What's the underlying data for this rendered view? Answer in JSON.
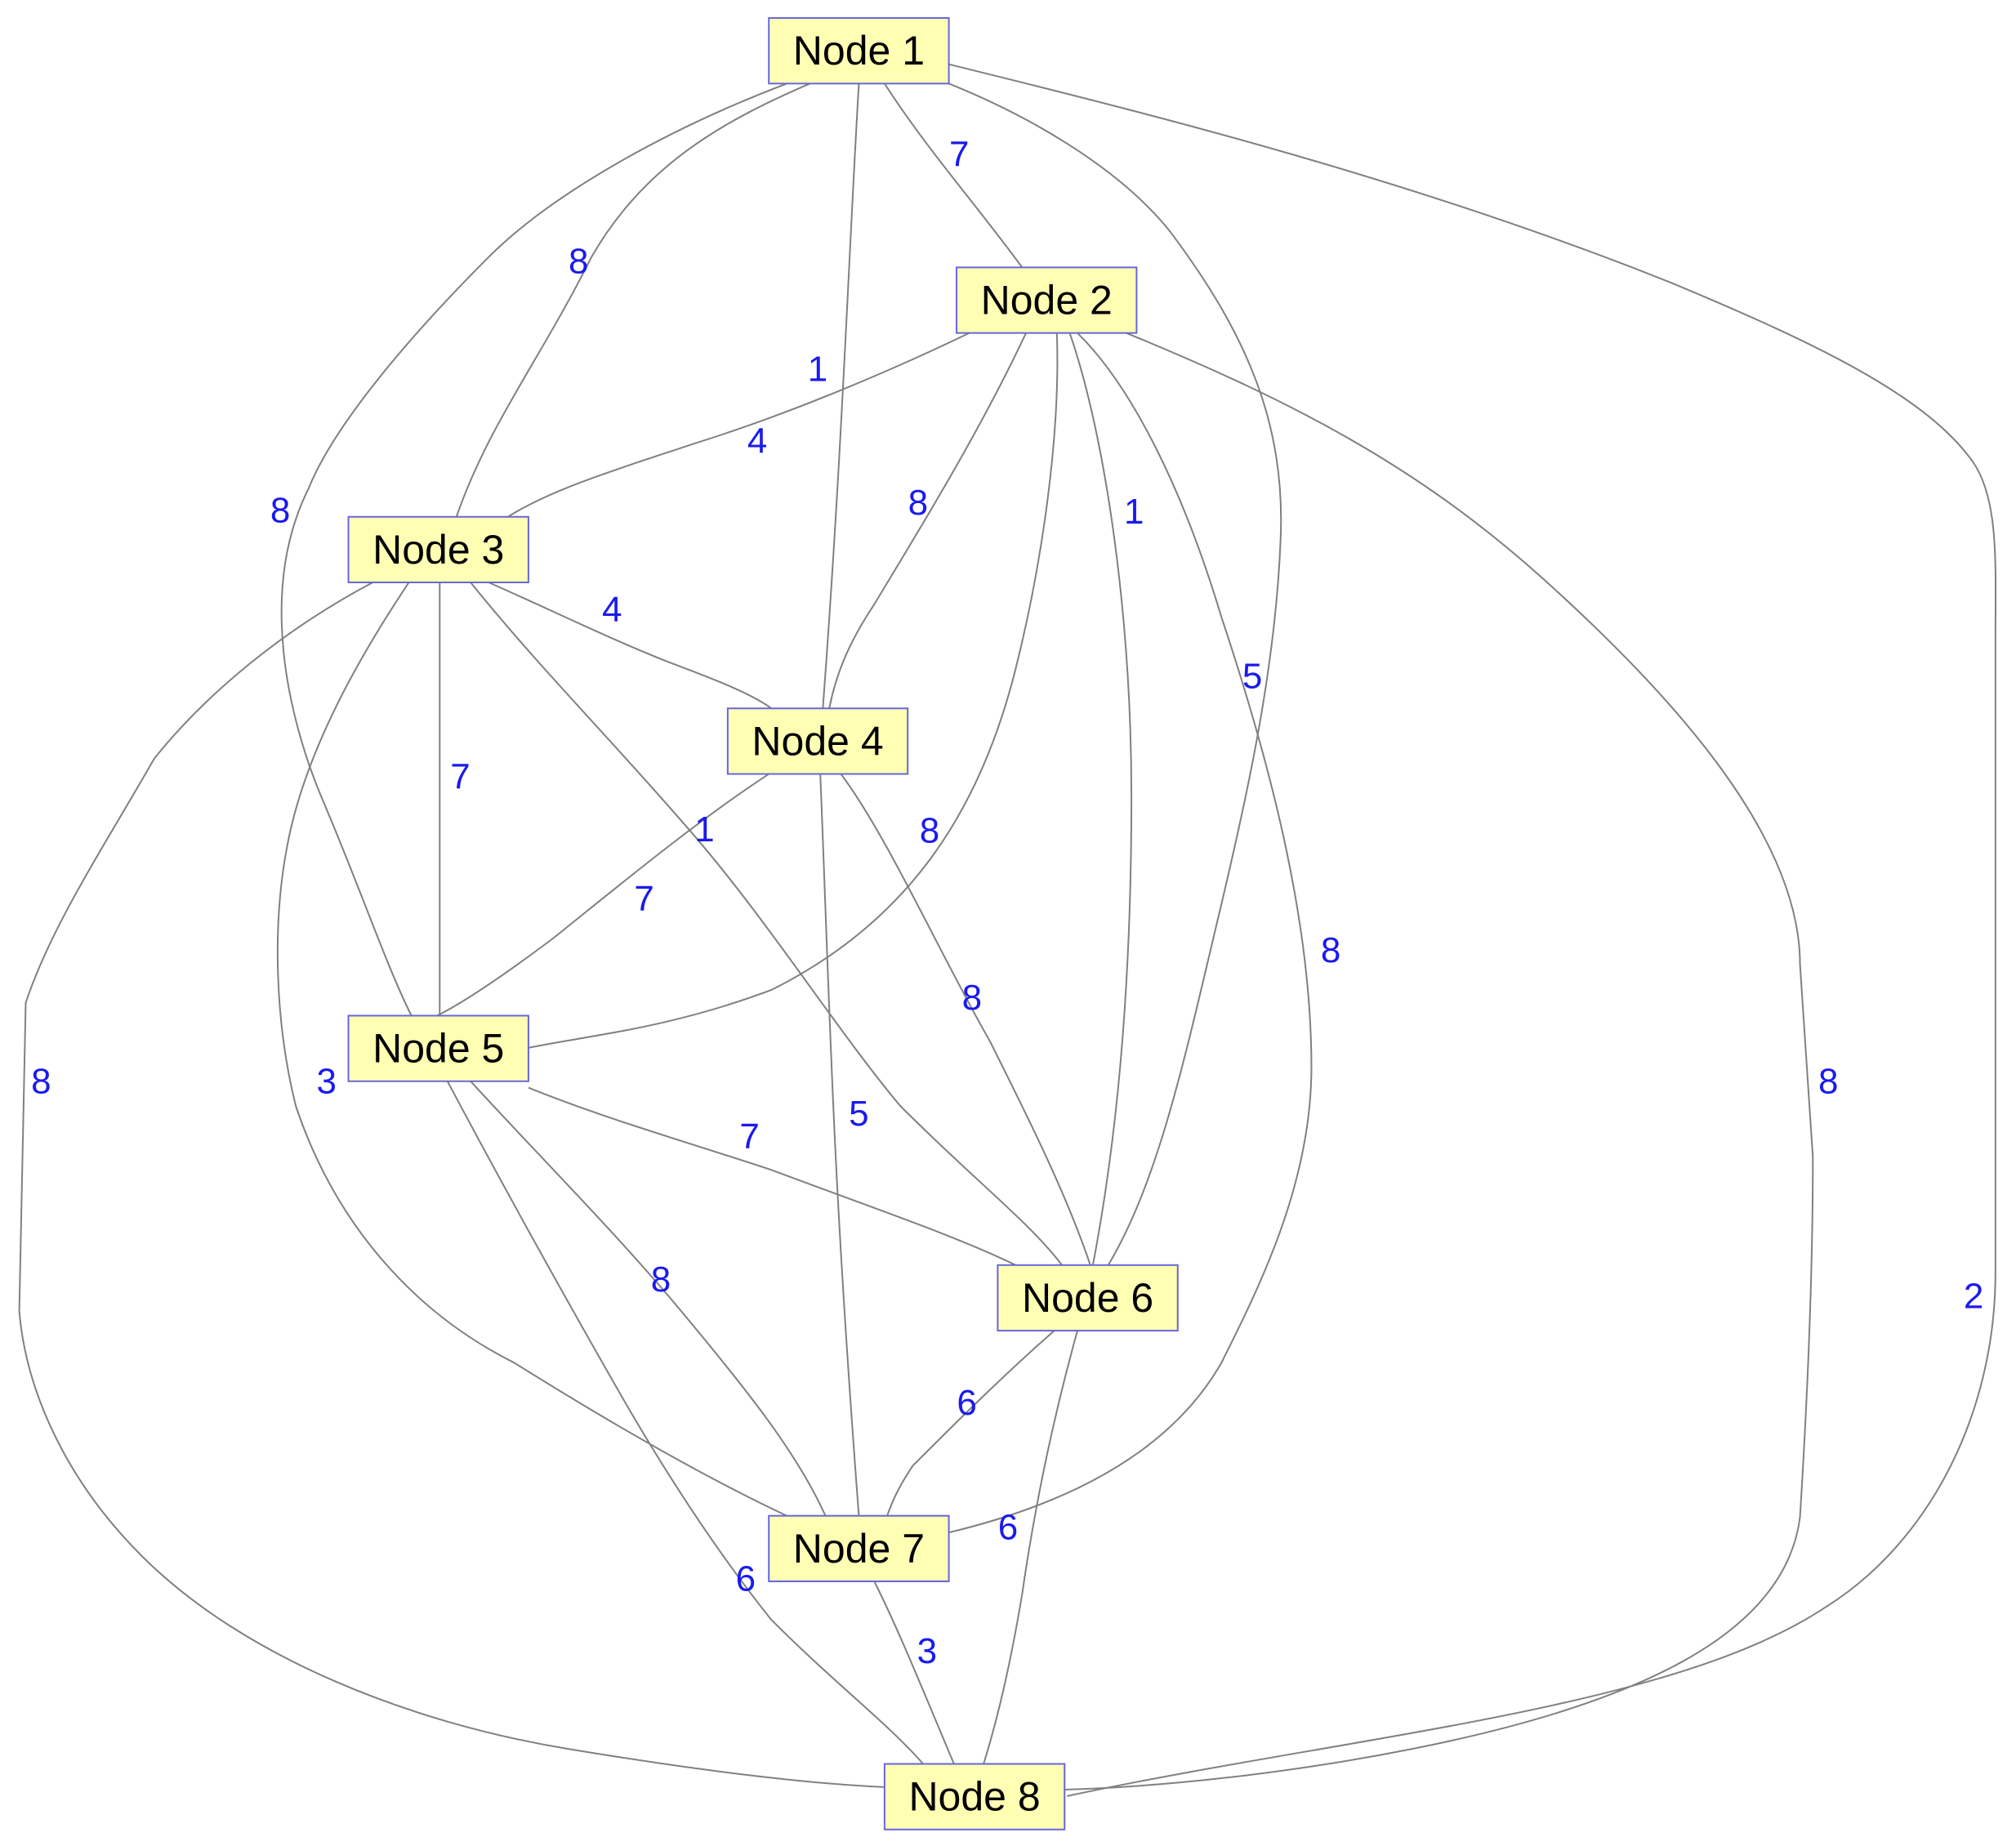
{
  "colors": {
    "node_fill": "#ffffb4",
    "node_border": "#6666dd",
    "edge": "#808080",
    "weight_text": "#1a1aee",
    "node_text": "#000000"
  },
  "nodes": [
    {
      "id": "n1",
      "label": "Node 1"
    },
    {
      "id": "n2",
      "label": "Node 2"
    },
    {
      "id": "n3",
      "label": "Node 3"
    },
    {
      "id": "n4",
      "label": "Node 4"
    },
    {
      "id": "n5",
      "label": "Node 5"
    },
    {
      "id": "n6",
      "label": "Node 6"
    },
    {
      "id": "n7",
      "label": "Node 7"
    },
    {
      "id": "n8",
      "label": "Node 8"
    }
  ],
  "edges": [
    {
      "from": "Node 1",
      "to": "Node 2",
      "weight": "7"
    },
    {
      "from": "Node 1",
      "to": "Node 3",
      "weight": "8"
    },
    {
      "from": "Node 1",
      "to": "Node 4",
      "weight": "1"
    },
    {
      "from": "Node 1",
      "to": "Node 5",
      "weight": "8"
    },
    {
      "from": "Node 1",
      "to": "Node 6",
      "weight": "5"
    },
    {
      "from": "Node 1",
      "to": "Node 8",
      "weight": "2"
    },
    {
      "from": "Node 2",
      "to": "Node 3",
      "weight": "4"
    },
    {
      "from": "Node 2",
      "to": "Node 4",
      "weight": "8"
    },
    {
      "from": "Node 2",
      "to": "Node 5",
      "weight": "8"
    },
    {
      "from": "Node 2",
      "to": "Node 6",
      "weight": "1"
    },
    {
      "from": "Node 2",
      "to": "Node 7",
      "weight": "8"
    },
    {
      "from": "Node 2",
      "to": "Node 8",
      "weight": "8"
    },
    {
      "from": "Node 3",
      "to": "Node 4",
      "weight": "4"
    },
    {
      "from": "Node 3",
      "to": "Node 5",
      "weight": "7"
    },
    {
      "from": "Node 3",
      "to": "Node 6",
      "weight": "1"
    },
    {
      "from": "Node 3",
      "to": "Node 7",
      "weight": "3"
    },
    {
      "from": "Node 3",
      "to": "Node 8",
      "weight": "8"
    },
    {
      "from": "Node 4",
      "to": "Node 5",
      "weight": "7"
    },
    {
      "from": "Node 4",
      "to": "Node 6",
      "weight": "8"
    },
    {
      "from": "Node 4",
      "to": "Node 7",
      "weight": "5"
    },
    {
      "from": "Node 5",
      "to": "Node 6",
      "weight": "7"
    },
    {
      "from": "Node 5",
      "to": "Node 7",
      "weight": "8"
    },
    {
      "from": "Node 5",
      "to": "Node 8",
      "weight": "6"
    },
    {
      "from": "Node 6",
      "to": "Node 7",
      "weight": "6"
    },
    {
      "from": "Node 6",
      "to": "Node 8",
      "weight": "6"
    },
    {
      "from": "Node 7",
      "to": "Node 8",
      "weight": "3"
    }
  ]
}
